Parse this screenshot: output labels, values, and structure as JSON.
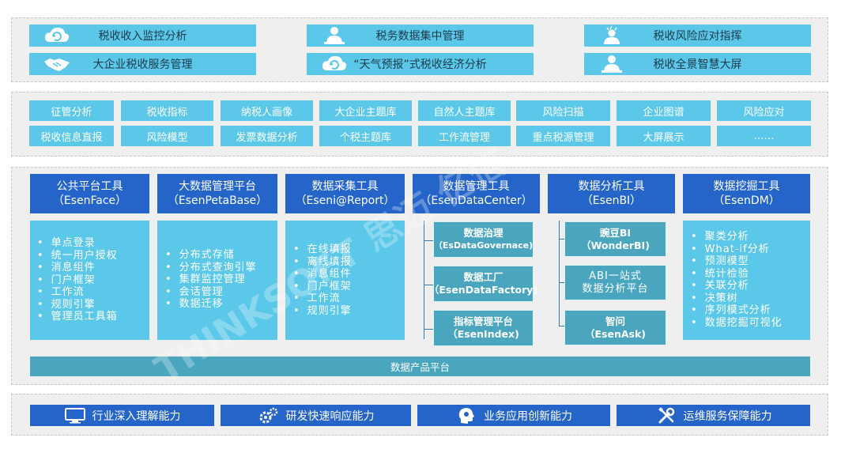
{
  "top": {
    "items": [
      {
        "label": "税收收入监控分析",
        "icon": "cloud-refresh-icon"
      },
      {
        "label": "税务数据集中管理",
        "icon": "person-desk-icon"
      },
      {
        "label": "税收风险应对指挥",
        "icon": "person-alert-icon"
      },
      {
        "label": "大企业税收服务管理",
        "icon": "handshake-icon"
      },
      {
        "label": "“天气预报”式税收经济分析",
        "icon": "cloud-refresh-icon"
      },
      {
        "label": "税收全景智慧大屏",
        "icon": "person-desk-icon"
      }
    ]
  },
  "middle": {
    "row1": [
      "征管分析",
      "税收指标",
      "纳税人画像",
      "大企业主题库",
      "自然人主题库",
      "风险扫描",
      "企业图谱",
      "风险应对"
    ],
    "row2": [
      "税收信息直报",
      "风险模型",
      "发票数据分析",
      "个税主题库",
      "工作流管理",
      "重点税源管理",
      "大屏展示",
      "……"
    ]
  },
  "platform": {
    "columns": [
      {
        "title": "公共平台工具",
        "sub": "（EsenFace）",
        "items": [
          "单点登录",
          "统一用户授权",
          "消息组件",
          "门户框架",
          "工作流",
          "规则引擎",
          "管理员工具箱"
        ]
      },
      {
        "title": "大数据管理平台",
        "sub": "（EsenPetaBase）",
        "items": [
          "分布式存储",
          "分布式查询引擎",
          "集群监控管理",
          "会话管理",
          "数据迁移"
        ]
      },
      {
        "title": "数据采集工具",
        "sub": "（Eseni@Report）",
        "items": [
          "在线填报",
          "离线填报",
          "消息组件",
          "门户框架",
          "工作流",
          "规则引擎"
        ]
      },
      {
        "title": "数据管理工具",
        "sub": "（EsenDataCenter）",
        "subs": [
          {
            "line1": "数据治理",
            "line2": "（EsDataGovernace)"
          },
          {
            "line1": "数据工厂",
            "line2": "（EsenDataFactory)"
          },
          {
            "line1": "指标管理平台",
            "line2": "（EsenIndex)"
          }
        ]
      },
      {
        "title": "数据分析工具",
        "sub": "（EsenBI）",
        "subs": [
          {
            "line1": "豌豆BI",
            "line2": "（WonderBI)"
          },
          {
            "line1": "ABI一站式",
            "line2": "数据分析平台"
          },
          {
            "line1": "智问",
            "line2": "（EsenAsk)"
          }
        ]
      },
      {
        "title": "数据挖掘工具",
        "sub": "（EsenDM）",
        "items": [
          "聚类分析",
          "What-if分析",
          "预测模型",
          "统计检验",
          "关联分析",
          "决策树",
          "序列模式分析",
          "数据挖掘可视化"
        ]
      }
    ],
    "bar_label": "数据产品平台"
  },
  "bottom": {
    "items": [
      {
        "label": "行业深入理解能力",
        "icon": "monitor-icon"
      },
      {
        "label": "研发快速响应能力",
        "icon": "gears-icon"
      },
      {
        "label": "业务应用创新能力",
        "icon": "head-gear-icon"
      },
      {
        "label": "运维服务保障能力",
        "icon": "wrench-screwdriver-icon"
      }
    ]
  },
  "watermark": "THINKSOFT 思迈 亿信"
}
